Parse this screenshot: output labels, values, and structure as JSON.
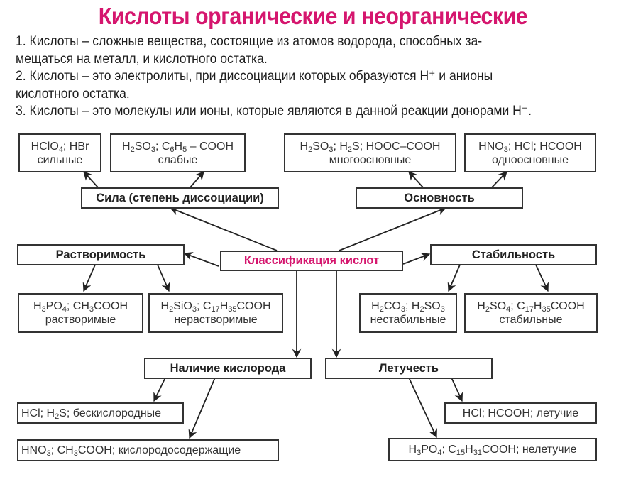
{
  "title": "Кислоты органические и неорганические",
  "definitions": [
    {
      "line1": "1. Кислоты – сложные вещества, состоящие из атомов водорода, способных за-",
      "line2": "мещаться на металл, и кислотного остатка."
    },
    {
      "line1": "2. Кислоты – это электролиты, при диссоциации которых образуются H⁺ и анионы",
      "line2": "кислотного остатка."
    },
    {
      "line1": "3. Кислоты – это молекулы или ионы, которые являются в данной реакции донорами H⁺."
    }
  ],
  "center": {
    "label": "Классификация кислот",
    "color": "#d5166e"
  },
  "categories": {
    "strength": {
      "label": "Сила (степень диссоциации)",
      "children": [
        {
          "formula": "HClO4; HBr",
          "label": "сильные"
        },
        {
          "formula": "H2SO3; C6H5 – COOH",
          "label": "слабые"
        }
      ]
    },
    "basicity": {
      "label": "Основность",
      "children": [
        {
          "formula": "H2SO3; H2S; HOOC–COOH",
          "label": "многоосновные"
        },
        {
          "formula": "HNO3; HCl; HCOOH",
          "label": "одноосновные"
        }
      ]
    },
    "solubility": {
      "label": "Растворимость",
      "children": [
        {
          "formula": "H3PO4; CH3COOH",
          "label": "растворимые"
        },
        {
          "formula": "H2SiO3; C17H35COOH",
          "label": "нерастворимые"
        }
      ]
    },
    "stability": {
      "label": "Стабильность",
      "children": [
        {
          "formula": "H2CO3; H2SO3",
          "label": "нестабильные"
        },
        {
          "formula": "H2SO4; C17H35COOH",
          "label": "стабильные"
        }
      ]
    },
    "oxygen": {
      "label": "Наличие кислорода",
      "children": [
        {
          "formula": "HCl; H2S",
          "label": "бескислородные"
        },
        {
          "formula": "HNO3; CH3COOH",
          "label": "кислородосодержащие"
        }
      ]
    },
    "volatility": {
      "label": "Летучесть",
      "children": [
        {
          "formula": "HCl; HCOOH",
          "label": "летучие"
        },
        {
          "formula": "H3PO4; C15H31COOH",
          "label": "нелетучие"
        }
      ]
    }
  }
}
